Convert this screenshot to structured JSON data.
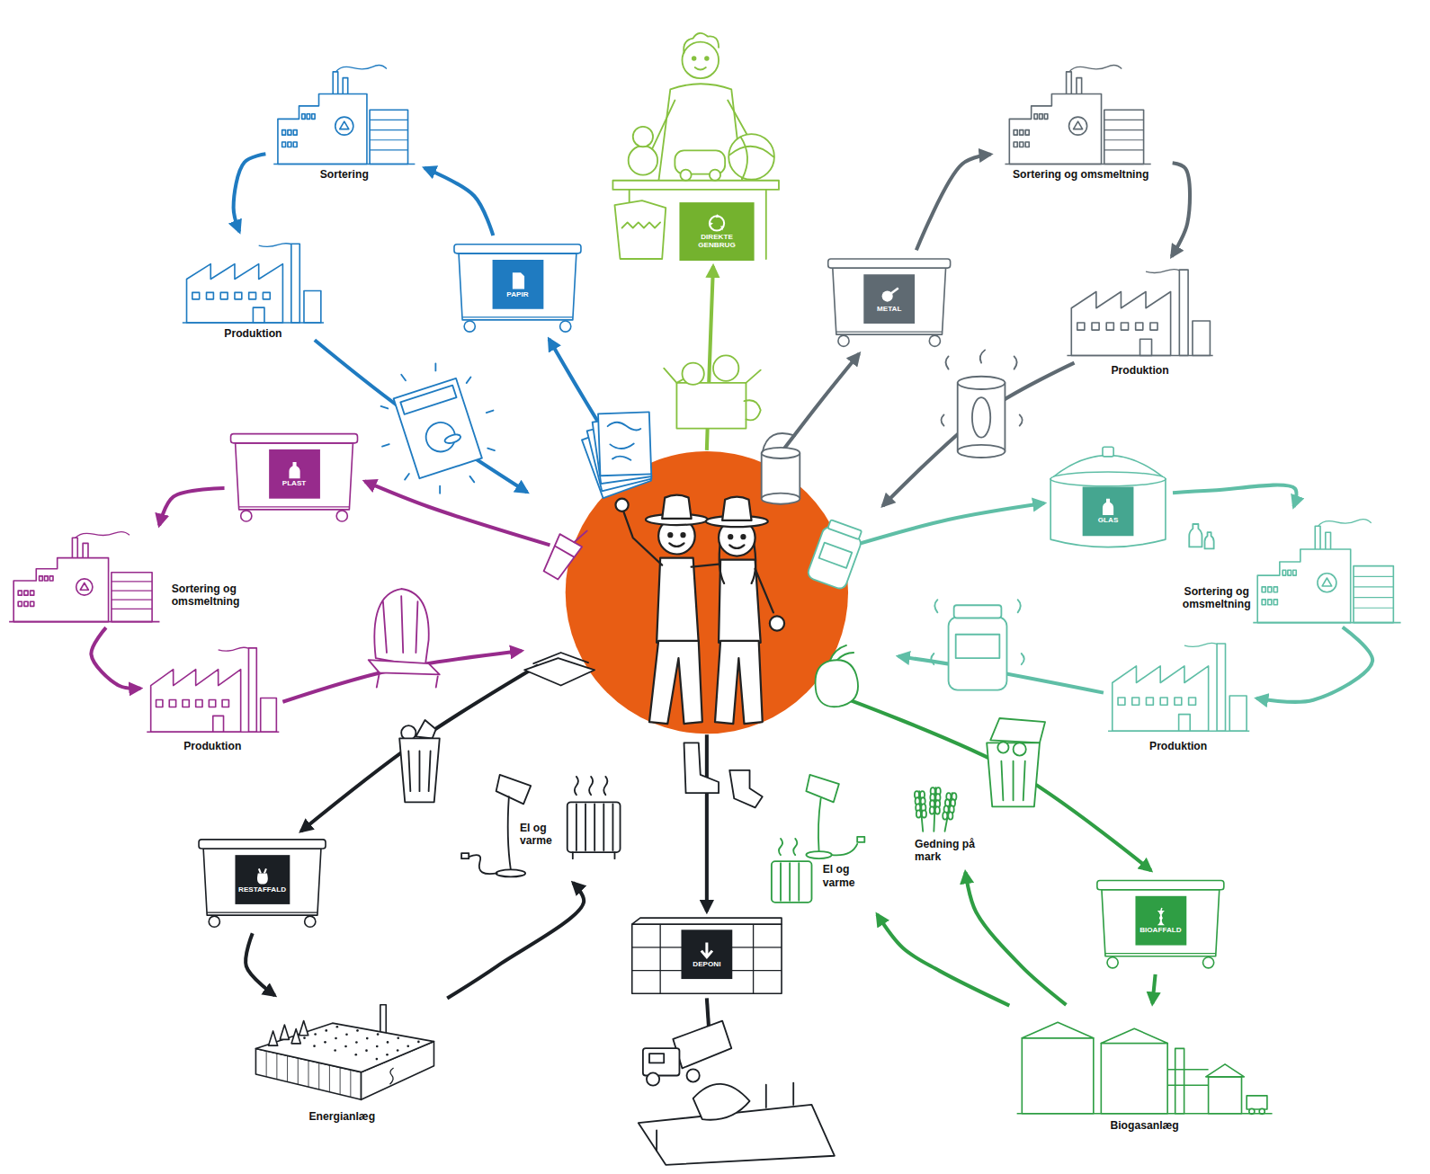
{
  "diagram": {
    "nodes": [
      {
        "text": [
          "Sortering"
        ]
      },
      {
        "text": [
          "DIREKTE GENBRUG"
        ]
      },
      {
        "text": [
          "Sortering og omsmeltning"
        ]
      },
      {
        "text": [
          "PAPIR"
        ]
      },
      {
        "text": [
          "METAL"
        ]
      },
      {
        "text": [
          "Produktion"
        ]
      },
      {
        "text": [
          "Produktion"
        ]
      },
      {
        "text": [
          "PLAST"
        ]
      },
      {
        "text": [
          "GLAS"
        ]
      },
      {
        "text": [
          "Sortering og omsmeltning"
        ]
      },
      {
        "text": [
          "Sortering og omsmeltning"
        ]
      },
      {
        "text": [
          "Produktion"
        ]
      },
      {
        "text": [
          "Produktion"
        ]
      },
      {
        "text": [
          "RESTAFFALD"
        ]
      },
      {
        "text": [
          "El og varme"
        ]
      },
      {
        "text": [
          "Gedning på mark"
        ]
      },
      {
        "text": [
          "El og varme"
        ]
      },
      {
        "text": [
          "DEPONI"
        ]
      },
      {
        "text": [
          "BIOAFFALD"
        ]
      },
      {
        "text": [
          "Energianlæg"
        ]
      },
      {
        "text": [
          "Biogasanlæg"
        ]
      }
    ],
    "edges": [
      {
        "from": 3,
        "to": 0,
        "arrow": "to"
      },
      {
        "from": 0,
        "to": 5,
        "arrow": "to"
      },
      {
        "from": 4,
        "to": 2,
        "arrow": "to"
      },
      {
        "from": 2,
        "to": 6,
        "arrow": "to"
      },
      {
        "from": 7,
        "to": 9,
        "arrow": "to"
      },
      {
        "from": 9,
        "to": 11,
        "arrow": "to"
      },
      {
        "from": 8,
        "to": 10,
        "arrow": "to"
      },
      {
        "from": 10,
        "to": 12,
        "arrow": "to"
      },
      {
        "from": 13,
        "to": 19,
        "arrow": "to"
      },
      {
        "from": 19,
        "to": 14,
        "arrow": "to"
      },
      {
        "from": 18,
        "to": 20,
        "arrow": "to"
      },
      {
        "from": 20,
        "to": 15,
        "arrow": "to"
      },
      {
        "from": 20,
        "to": 16,
        "arrow": "to"
      }
    ]
  }
}
